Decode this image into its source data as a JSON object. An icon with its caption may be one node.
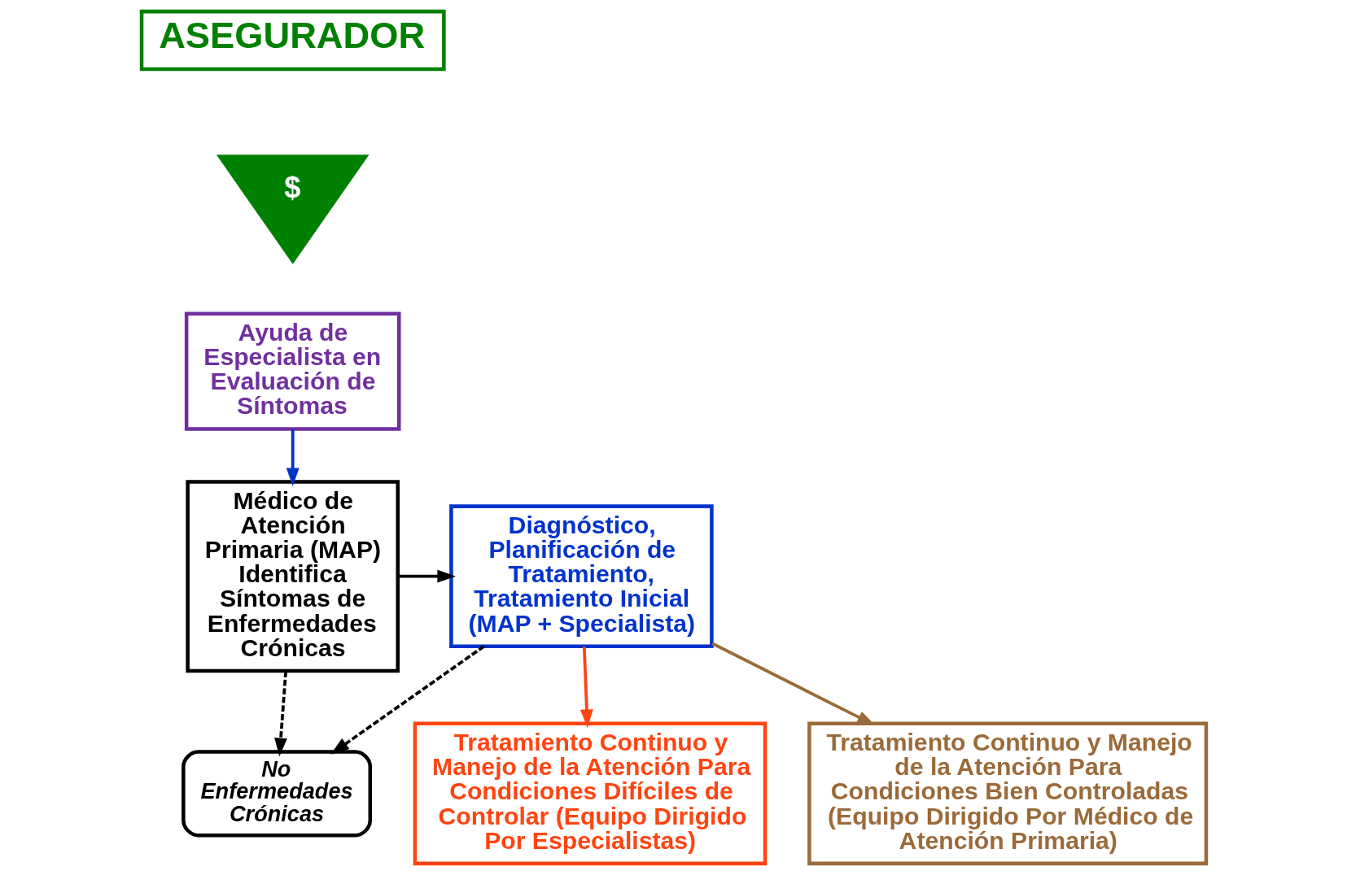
{
  "diagram": {
    "nodes": [
      {
        "text": [
          "ASEGURADOR"
        ]
      },
      {
        "text": [
          "$"
        ]
      },
      {
        "text": [
          "Ayuda de Especialista en Evaluación de Síntomas"
        ]
      },
      {
        "text": [
          "Médico de Atención Primaria (MAP) Identifica Síntomas de Enfermedades Crónicas"
        ]
      },
      {
        "text": [
          "Diagnóstico, Planificación de Tratamiento, Tratamiento Inicial (MAP + Specialista)"
        ]
      },
      {
        "text": [
          "Tratamiento Continuo y Manejo de la Atención Para Condiciones Difíciles de Controlar (Equipo Dirigido Por Especialistas)"
        ]
      },
      {
        "text": [
          "Tratamiento Continuo y Manejo de la Atención Para Condiciones Bien Controladas (Equipo Dirigido Por Médico de Atención Primaria)"
        ]
      },
      {
        "text": [
          "No Enfermedades Crónicas"
        ]
      }
    ],
    "edges": [
      {
        "from": 2,
        "to": 3,
        "arrow": "to",
        "color": "#0033cc"
      },
      {
        "from": 3,
        "to": 4,
        "arrow": "to"
      },
      {
        "from": 4,
        "to": 5,
        "arrow": "to",
        "color": "#ff4411"
      },
      {
        "from": 4,
        "to": 6,
        "arrow": "to",
        "color": "#9b6a3a"
      },
      {
        "from": 3,
        "to": 7,
        "arrow": "to",
        "style": "dashed"
      },
      {
        "from": 4,
        "to": 7,
        "arrow": "to",
        "style": "dashed"
      }
    ]
  }
}
